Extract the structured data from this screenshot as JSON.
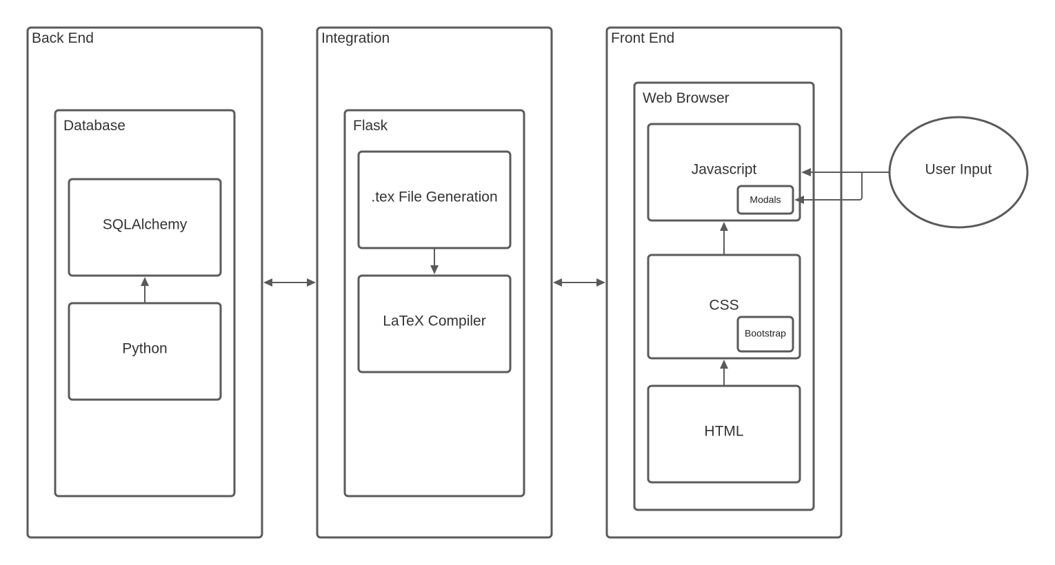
{
  "layers": {
    "back_end": "Back End",
    "integration": "Integration",
    "front_end": "Front End"
  },
  "containers": {
    "database": "Database",
    "flask": "Flask",
    "web_browser": "Web Browser"
  },
  "nodes": {
    "sqlalchemy": "SQLAlchemy",
    "python": "Python",
    "tex_generation": ".tex File Generation",
    "latex_compiler": "LaTeX Compiler",
    "javascript": "Javascript",
    "modals": "Modals",
    "css": "CSS",
    "bootstrap": "Bootstrap",
    "html": "HTML",
    "user_input": "User Input"
  },
  "colors": {
    "stroke": "#5a5a5a",
    "text": "#333333",
    "background": "#ffffff"
  }
}
